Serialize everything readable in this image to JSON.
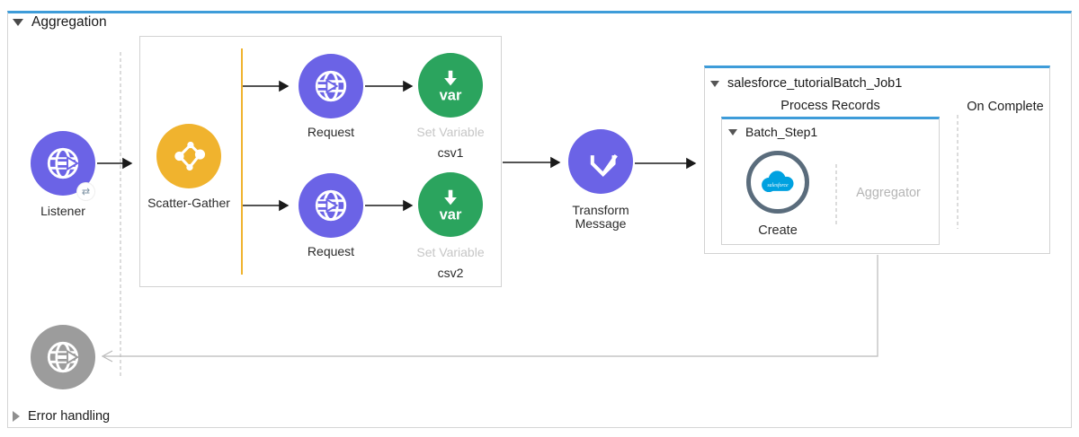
{
  "flow": {
    "title": "Aggregation",
    "state": "expanded"
  },
  "error_handling": {
    "label": "Error handling",
    "state": "collapsed"
  },
  "nodes": {
    "listener": {
      "label": "Listener",
      "badge_icon": "⇄"
    },
    "scatter_gather": {
      "label": "Scatter-Gather"
    },
    "request_top": {
      "label": "Request"
    },
    "set_variable_top": {
      "label": "Set Variable",
      "value": "csv1",
      "icon_text": "var"
    },
    "request_bottom": {
      "label": "Request"
    },
    "set_variable_bottom": {
      "label": "Set Variable",
      "value": "csv2",
      "icon_text": "var"
    },
    "transform": {
      "label_line1": "Transform",
      "label_line2": "Message"
    },
    "error_listener": {
      "label": ""
    }
  },
  "batch_job": {
    "title": "salesforce_tutorialBatch_Job1",
    "process_records_label": "Process Records",
    "on_complete_label": "On Complete",
    "step": {
      "title": "Batch_Step1",
      "create": {
        "label": "Create",
        "logo_text": "salesforce"
      },
      "aggregator_placeholder": "Aggregator"
    }
  },
  "colors": {
    "accent_blue_bar": "#3e9cd9",
    "node_purple": "#6b63e6",
    "node_gold": "#f0b32e",
    "node_green": "#2ba45e",
    "node_gray": "#9c9c9c",
    "salesforce_blue": "#00a1e0",
    "salesforce_ring": "#5a6c7c",
    "dim_label": "#c6c6c6",
    "box_border": "#d2d2d2",
    "return_line": "#b9b9b9",
    "scope_line_yellow": "#f0b32e"
  }
}
